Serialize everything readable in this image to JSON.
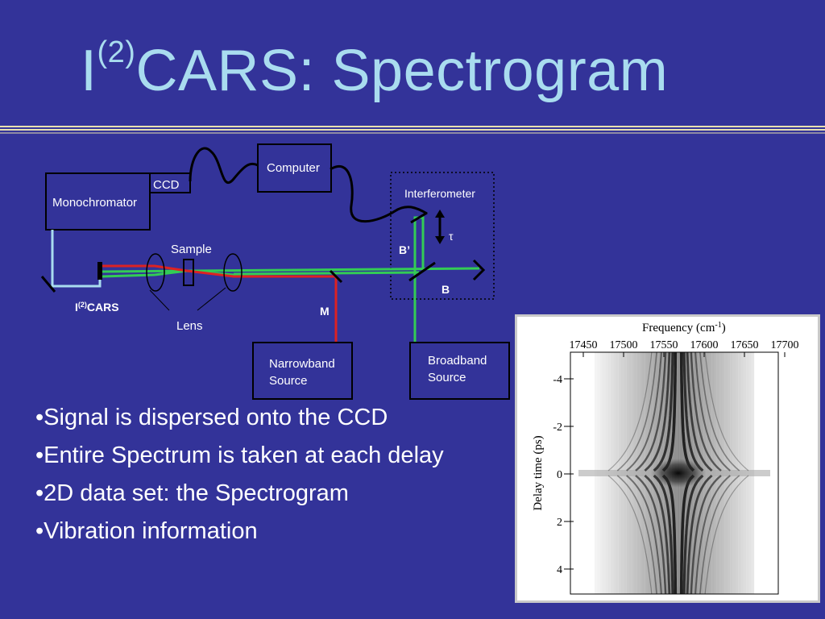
{
  "slide": {
    "title_prefix": "I",
    "title_sup": "(2)",
    "title_main": "CARS: Spectrogram"
  },
  "diagram": {
    "computer": "Computer",
    "ccd": "CCD",
    "monochromator": "Monochromator",
    "interferometer": "Interferometer",
    "tau": "τ",
    "b_prime": "B’",
    "b": "B",
    "sample": "Sample",
    "icars_prefix": "I",
    "icars_sup": "(2)",
    "icars_main": "CARS",
    "m": "M",
    "lens": "Lens",
    "narrowband_line1": "Narrowband",
    "narrowband_line2": "Source",
    "broadband_line1": "Broadband",
    "broadband_line2": "Source"
  },
  "bullets": [
    "•Signal is dispersed onto the CCD",
    "•Entire Spectrum is taken at each delay",
    "•2D data set: the Spectrogram",
    "•Vibration information"
  ],
  "spectrogram": {
    "xlabel": "Frequency (cm",
    "xlabel_sup": "-1",
    "xlabel_end": ")",
    "ylabel": "Delay time (ps)",
    "xticks": [
      "17450",
      "17500",
      "17550",
      "17600",
      "17650",
      "17700"
    ],
    "yticks": [
      "-4",
      "-2",
      "0",
      "2",
      "4"
    ]
  },
  "colors": {
    "background": "#333399",
    "title": "#a9dcef",
    "green_beam": "#33cc55",
    "red_beam": "#dd2222",
    "detector_path": "#a9dcef"
  }
}
